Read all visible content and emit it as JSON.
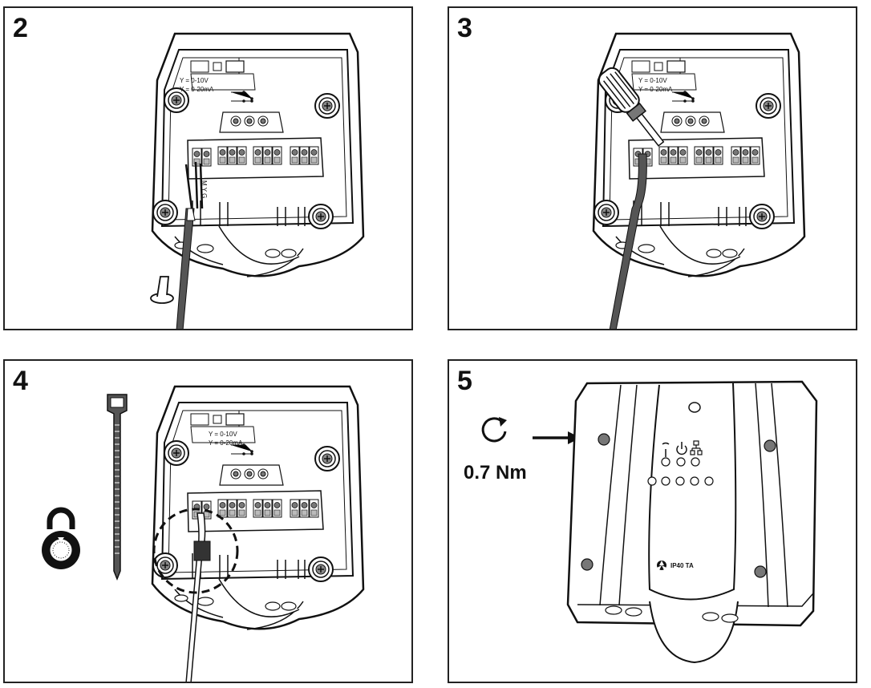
{
  "panels": [
    {
      "step": "2"
    },
    {
      "step": "3"
    },
    {
      "step": "4"
    },
    {
      "step": "5",
      "torque": "0.7 Nm"
    }
  ],
  "device": {
    "signal_voltage": "Y = 0-10V",
    "signal_current": "Y = 0-20mA",
    "wire_markings": "M Y G",
    "ip_rating": "IP40 TA"
  },
  "icons": [
    "screw-icon",
    "screwdriver-icon",
    "cable-tie-icon",
    "lock-icon",
    "rotate-clockwise-icon",
    "arrow-right-icon",
    "antenna-icon",
    "power-icon",
    "network-icon"
  ]
}
